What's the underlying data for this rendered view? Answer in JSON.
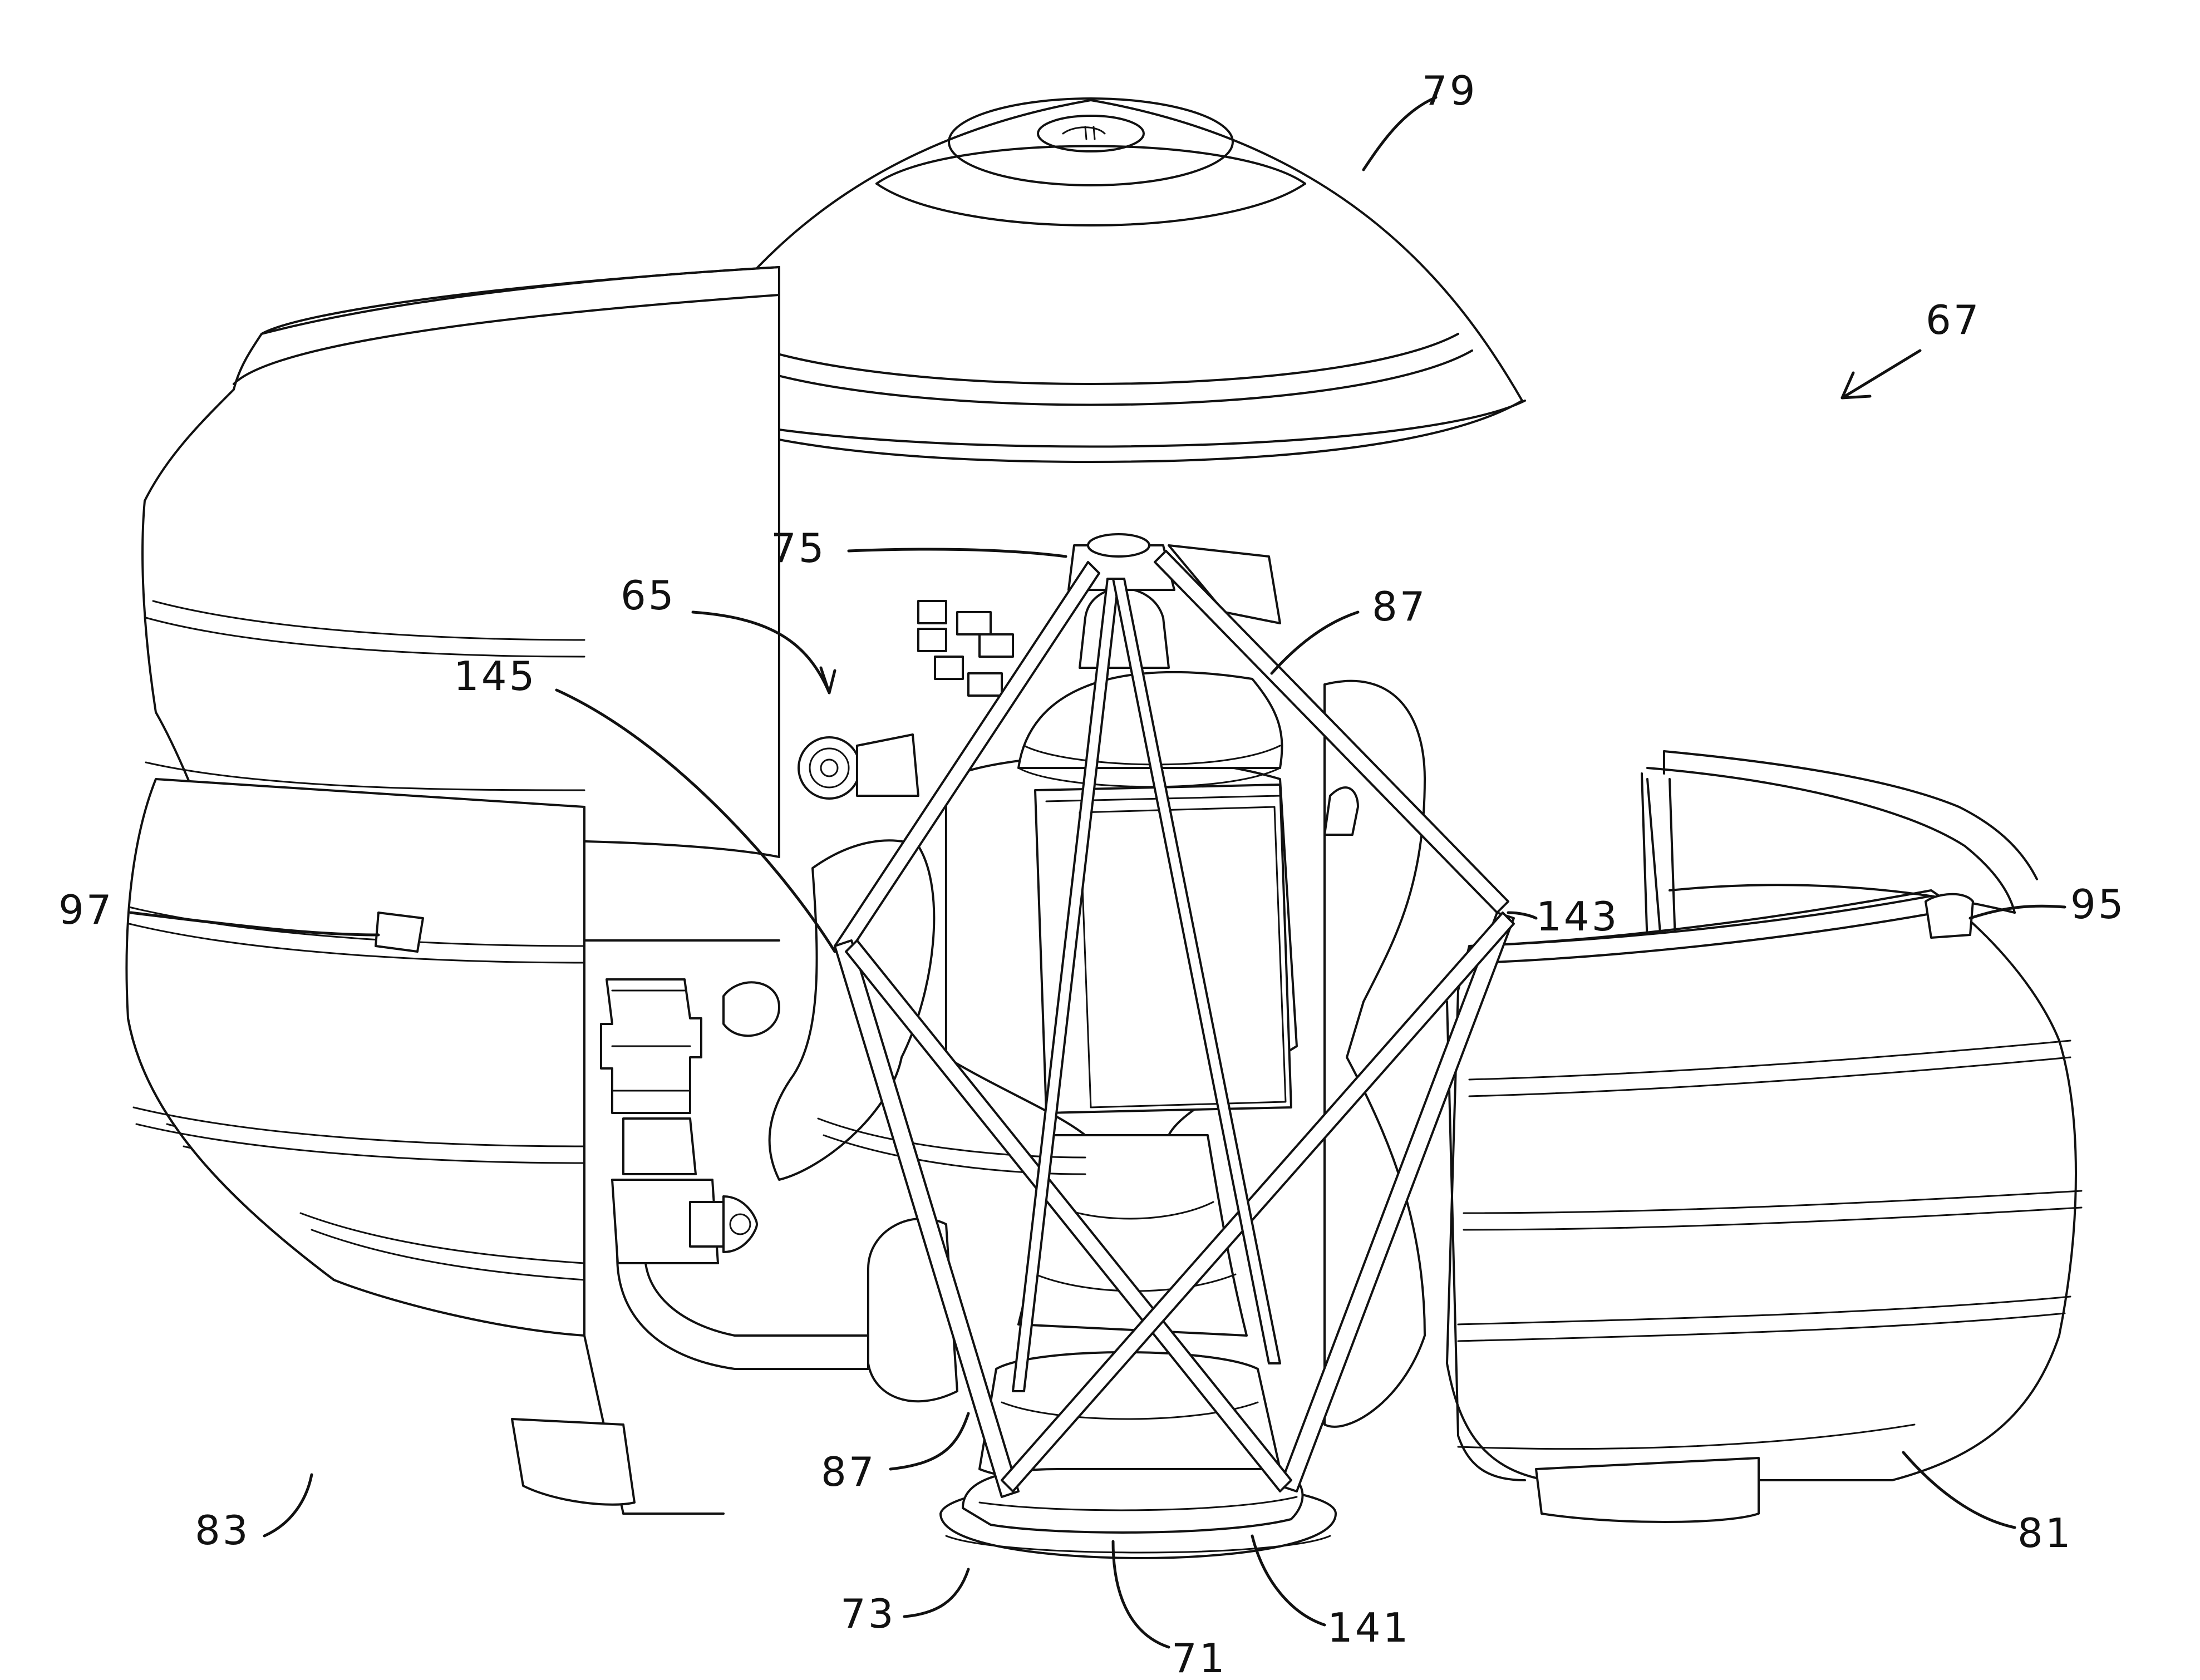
{
  "figure": {
    "reference_numerals": [
      {
        "id": "79",
        "text": "79"
      },
      {
        "id": "67",
        "text": "67"
      },
      {
        "id": "75",
        "text": "75"
      },
      {
        "id": "65",
        "text": "65"
      },
      {
        "id": "87-top",
        "text": "87"
      },
      {
        "id": "145",
        "text": "145"
      },
      {
        "id": "97",
        "text": "97"
      },
      {
        "id": "143",
        "text": "143"
      },
      {
        "id": "95",
        "text": "95"
      },
      {
        "id": "87-bottom",
        "text": "87"
      },
      {
        "id": "83",
        "text": "83"
      },
      {
        "id": "81",
        "text": "81"
      },
      {
        "id": "73",
        "text": "73"
      },
      {
        "id": "71",
        "text": "71"
      },
      {
        "id": "141",
        "text": "141"
      }
    ]
  }
}
